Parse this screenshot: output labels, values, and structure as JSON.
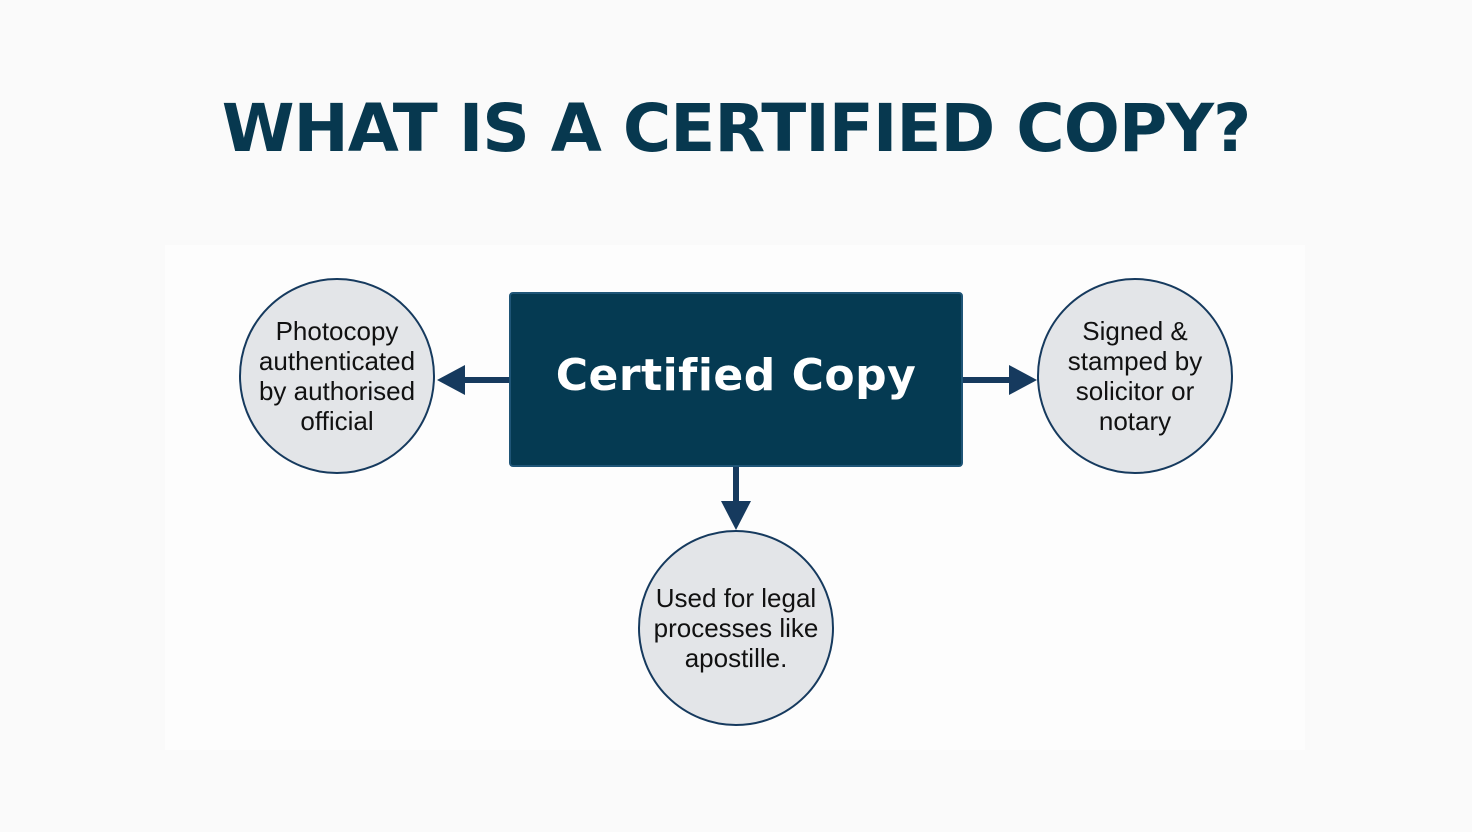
{
  "title": "WHAT IS A CERTIFIED COPY?",
  "colors": {
    "title": "#07384f",
    "center_box": "#053a52",
    "circle_fill": "#e3e5e8",
    "circle_stroke": "#163a5e",
    "arrow": "#163a5e",
    "background": "#fafafa"
  },
  "diagram": {
    "center": {
      "label": "Certified Copy"
    },
    "nodes": [
      {
        "position": "left",
        "label": "Photocopy\nauthenticated\nby authorised\nofficial"
      },
      {
        "position": "right",
        "label": "Signed &\nstamped by\nsolicitor or\nnotary"
      },
      {
        "position": "bottom",
        "label": "Used for legal\nprocesses like\napostille."
      }
    ],
    "edges": [
      {
        "from": "center",
        "to": "left",
        "direction": "left"
      },
      {
        "from": "center",
        "to": "right",
        "direction": "right"
      },
      {
        "from": "center",
        "to": "bottom",
        "direction": "down"
      }
    ]
  }
}
